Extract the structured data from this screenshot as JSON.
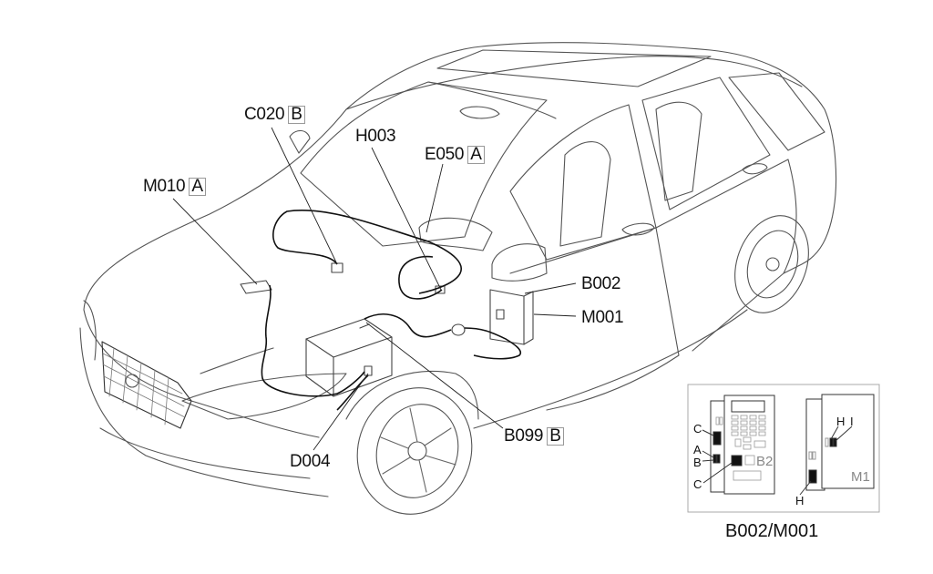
{
  "title": "Wiring component location diagram",
  "components": [
    {
      "id": "c020",
      "code": "C020",
      "connector": "B"
    },
    {
      "id": "h003",
      "code": "H003",
      "connector": ""
    },
    {
      "id": "e050",
      "code": "E050",
      "connector": "A"
    },
    {
      "id": "m010",
      "code": "M010",
      "connector": "A"
    },
    {
      "id": "b002",
      "code": "B002",
      "connector": ""
    },
    {
      "id": "m001",
      "code": "M001",
      "connector": ""
    },
    {
      "id": "b099",
      "code": "B099",
      "connector": "B"
    },
    {
      "id": "d004",
      "code": "D004",
      "connector": ""
    }
  ],
  "inset": {
    "title": "B002/M001",
    "b2_panel": {
      "name": "B2",
      "pins": [
        "C",
        "A",
        "B",
        "C"
      ]
    },
    "m1_panel": {
      "name": "M1",
      "pins": [
        "H",
        "I",
        "H"
      ]
    }
  },
  "colors": {
    "line": "#111111",
    "outline": "#555555",
    "box_border": "#999999",
    "inset_border": "#aaaaaa",
    "pale_label": "#888888"
  }
}
